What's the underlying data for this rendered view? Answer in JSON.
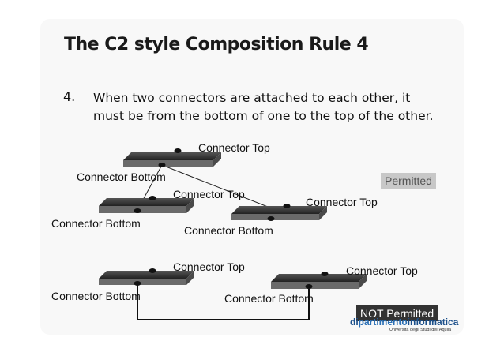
{
  "slide": {
    "title": "The C2 style Composition Rule 4",
    "bullet_number": "4.",
    "bullet_text": "When two connectors are attached to each other, it must be from the bottom of one to the top of the other."
  },
  "diagram": {
    "labels": {
      "top_a": "Connector Top",
      "bottom_a": "Connector Bottom",
      "top_b": "Connector Top",
      "top_c": "Connector Top",
      "bottom_b": "Connector Bottom",
      "bottom_c": "Connector Bottom",
      "top_d": "Connector Top",
      "top_e": "Connector Top",
      "bottom_d": "Connector Bottom",
      "bottom_e": "Connector Bottom"
    },
    "permitted_label": "Permitted",
    "not_permitted_label": "NOT Permitted"
  },
  "logo": {
    "name_dip": "di",
    "name_part": "partimento",
    "name_info": "informatica",
    "subtitle": "Università degli Studi dell'Aquila"
  },
  "colors": {
    "connector_top": "#3a3a3a",
    "connector_front": "#6a6a6a",
    "permitted_bg": "#c8c8c8",
    "not_permitted_bg": "#333333",
    "logo_blue": "#1b4f8a"
  }
}
